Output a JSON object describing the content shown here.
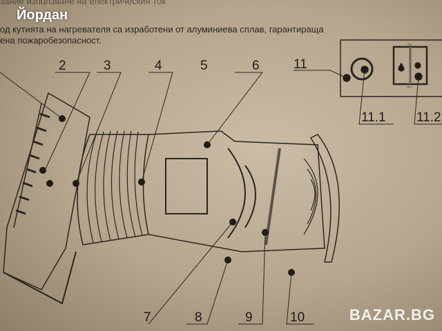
{
  "document": {
    "line_top": "зание използване на електрическия ток",
    "line_1": "од       кутията на нагревателя са изработени от алуминиева сплав, гарантираща",
    "line_2": "ена пожаробезопасност."
  },
  "watermark": "Йордан",
  "logo": "BAZAR.BG",
  "diagram": {
    "labels": {
      "l2": "2",
      "l3": "3",
      "l4": "4",
      "l5": "5",
      "l6": "6",
      "l7": "7",
      "l8": "8",
      "l9": "9",
      "l10": "10",
      "l11": "11",
      "l11_1": "11.1",
      "l11_2": "11.2"
    },
    "switch_on": "ON",
    "switch_off": "OFF"
  }
}
